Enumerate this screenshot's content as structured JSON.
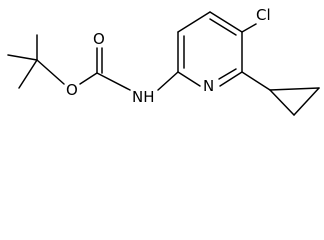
{
  "molecule": {
    "labels": {
      "oxygen_carbonyl": "O",
      "oxygen_ester": "O",
      "amine": "NH",
      "ring_nitrogen": "N",
      "chlorine": "Cl"
    },
    "colors": {
      "bond": "#000000",
      "label": "#000000",
      "background": "#ffffff"
    }
  }
}
